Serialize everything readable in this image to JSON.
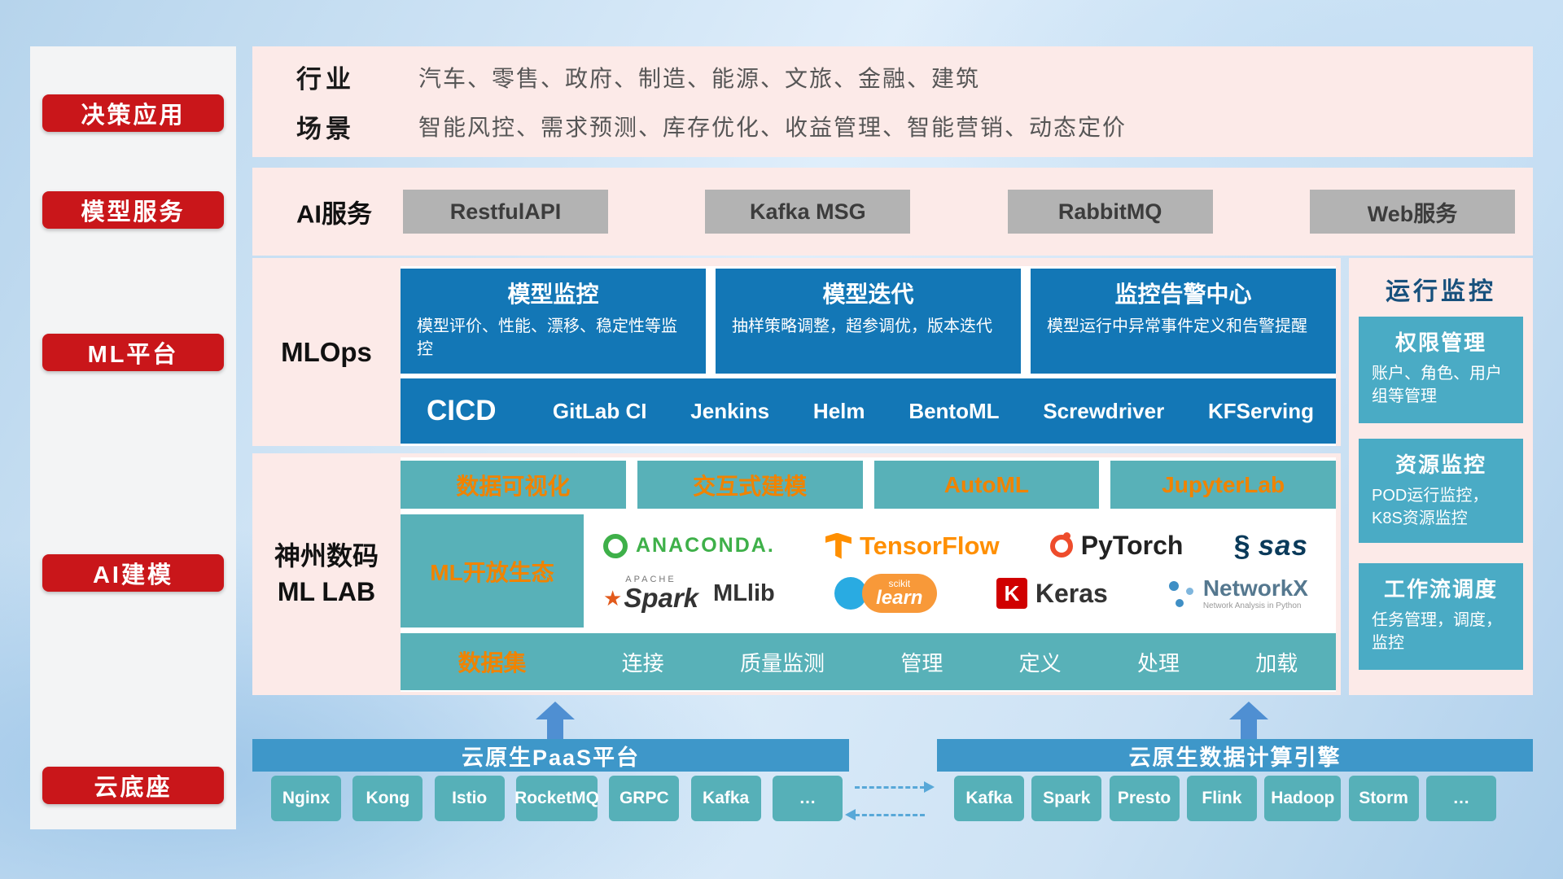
{
  "colors": {
    "accent_red": "#c9161a",
    "band_pink": "#fceae8",
    "box_blue": "#1377b6",
    "teal": "#58b1b8",
    "monitor_teal": "#4aabc5",
    "header_blue": "#3e97c9",
    "chip_teal": "#56b0b8",
    "orange_text": "#f08300",
    "gray_button": "#b3b3b3"
  },
  "sidebar": {
    "items": [
      {
        "label": "决策应用"
      },
      {
        "label": "模型服务"
      },
      {
        "label": "ML平台"
      },
      {
        "label": "AI建模"
      },
      {
        "label": "云底座"
      }
    ]
  },
  "industry": {
    "row1_label": "行业",
    "row1_text": "汽车、零售、政府、制造、能源、文旅、金融、建筑",
    "row2_label": "场景",
    "row2_text": "智能风控、需求预测、库存优化、收益管理、智能营销、动态定价"
  },
  "ai_service": {
    "label": "AI服务",
    "buttons": [
      {
        "label": "RestfulAPI"
      },
      {
        "label": "Kafka MSG"
      },
      {
        "label": "RabbitMQ"
      },
      {
        "label": "Web服务"
      }
    ]
  },
  "mlops": {
    "label": "MLOps",
    "cards": [
      {
        "title": "模型监控",
        "desc": "模型评价、性能、漂移、稳定性等监控"
      },
      {
        "title": "模型迭代",
        "desc": "抽样策略调整，超参调优，版本迭代"
      },
      {
        "title": "监控告警中心",
        "desc": "模型运行中异常事件定义和告警提醒"
      }
    ],
    "cicd": {
      "label": "CICD",
      "items": [
        {
          "label": "GitLab CI"
        },
        {
          "label": "Jenkins"
        },
        {
          "label": "Helm"
        },
        {
          "label": "BentoML"
        },
        {
          "label": "Screwdriver"
        },
        {
          "label": "KFServing"
        }
      ]
    }
  },
  "mllab": {
    "label_line1": "神州数码",
    "label_line2": "ML LAB",
    "tools": [
      {
        "label": "数据可视化"
      },
      {
        "label": "交互式建模"
      },
      {
        "label": "AutoML"
      },
      {
        "label": "JupyterLab"
      }
    ],
    "eco": {
      "label": "ML开放生态",
      "anaconda": "ANACONDA.",
      "tensorflow": "TensorFlow",
      "pytorch": "PyTorch",
      "sas_swoosh": "§",
      "sas": "sas",
      "apache": "APACHE",
      "spark_star": "★",
      "spark": "Spark",
      "mllib": "MLlib",
      "scikit": "scikit",
      "learn": "learn",
      "keras_k": "K",
      "keras": "Keras",
      "networkx": "NetworkX",
      "networkx_sub": "Network Analysis in Python"
    },
    "dataset": {
      "label": "数据集",
      "items": [
        {
          "label": "连接"
        },
        {
          "label": "质量监测"
        },
        {
          "label": "管理"
        },
        {
          "label": "定义"
        },
        {
          "label": "处理"
        },
        {
          "label": "加载"
        }
      ]
    }
  },
  "monitor": {
    "title": "运行监控",
    "cards": [
      {
        "title": "权限管理",
        "desc": "账户、角色、用户组等管理"
      },
      {
        "title": "资源监控",
        "desc": "POD运行监控，K8S资源监控"
      },
      {
        "title": "工作流调度",
        "desc": "任务管理，调度，监控"
      }
    ]
  },
  "foundation": {
    "paas": {
      "title": "云原生PaaS平台",
      "items": [
        {
          "label": "Nginx"
        },
        {
          "label": "Kong"
        },
        {
          "label": "Istio"
        },
        {
          "label": "RocketMQ"
        },
        {
          "label": "GRPC"
        },
        {
          "label": "Kafka"
        },
        {
          "label": "…"
        }
      ]
    },
    "engine": {
      "title": "云原生数据计算引擎",
      "items": [
        {
          "label": "Kafka"
        },
        {
          "label": "Spark"
        },
        {
          "label": "Presto"
        },
        {
          "label": "Flink"
        },
        {
          "label": "Hadoop"
        },
        {
          "label": "Storm"
        },
        {
          "label": "…"
        }
      ]
    }
  }
}
